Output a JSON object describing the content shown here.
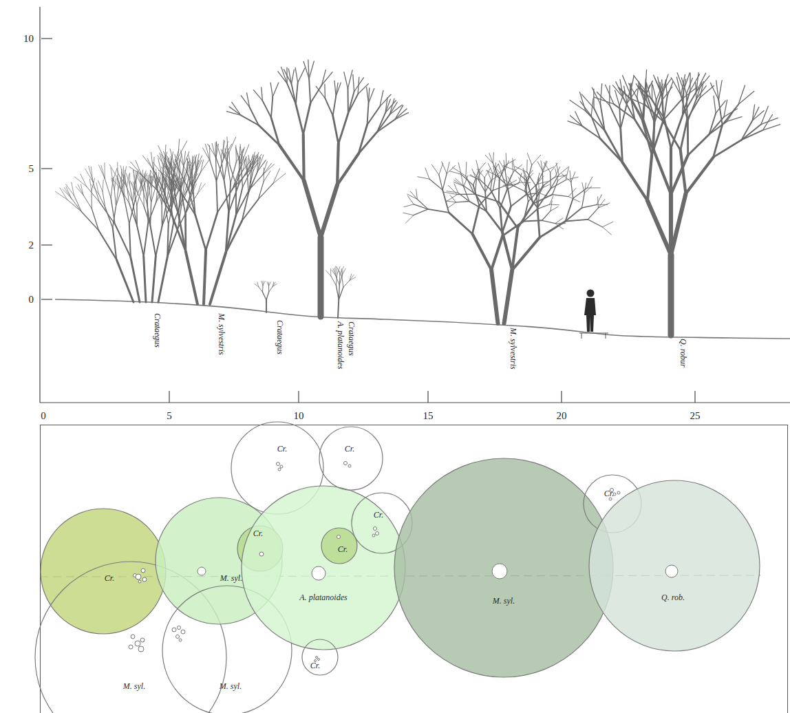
{
  "diagram": {
    "nodes": [
      {
        "text": [
          "Cr."
        ]
      },
      {
        "text": [
          "M. syl."
        ]
      },
      {
        "text": [
          "M. syl."
        ]
      },
      {
        "text": [
          "M. syl."
        ]
      },
      {
        "text": [
          "Cr."
        ]
      },
      {
        "text": [
          "Cr."
        ]
      },
      {
        "text": [
          "A. platanoides"
        ]
      },
      {
        "text": [
          "Cr."
        ]
      },
      {
        "text": [
          "Cr."
        ]
      },
      {
        "text": [
          "Cr."
        ]
      },
      {
        "text": [
          "Cr."
        ]
      },
      {
        "text": [
          "M. syl."
        ]
      },
      {
        "text": [
          "Cr."
        ]
      },
      {
        "text": [
          "Q. rob."
        ]
      }
    ],
    "labels": [
      "10",
      "5",
      "2",
      "0",
      "Crataegus",
      "M. sylvestris",
      "Crataegus",
      "A. platanoides",
      "Crataegus",
      "M. sylvestris",
      "Q. robur",
      "0",
      "5",
      "10",
      "15",
      "20",
      "25"
    ]
  }
}
